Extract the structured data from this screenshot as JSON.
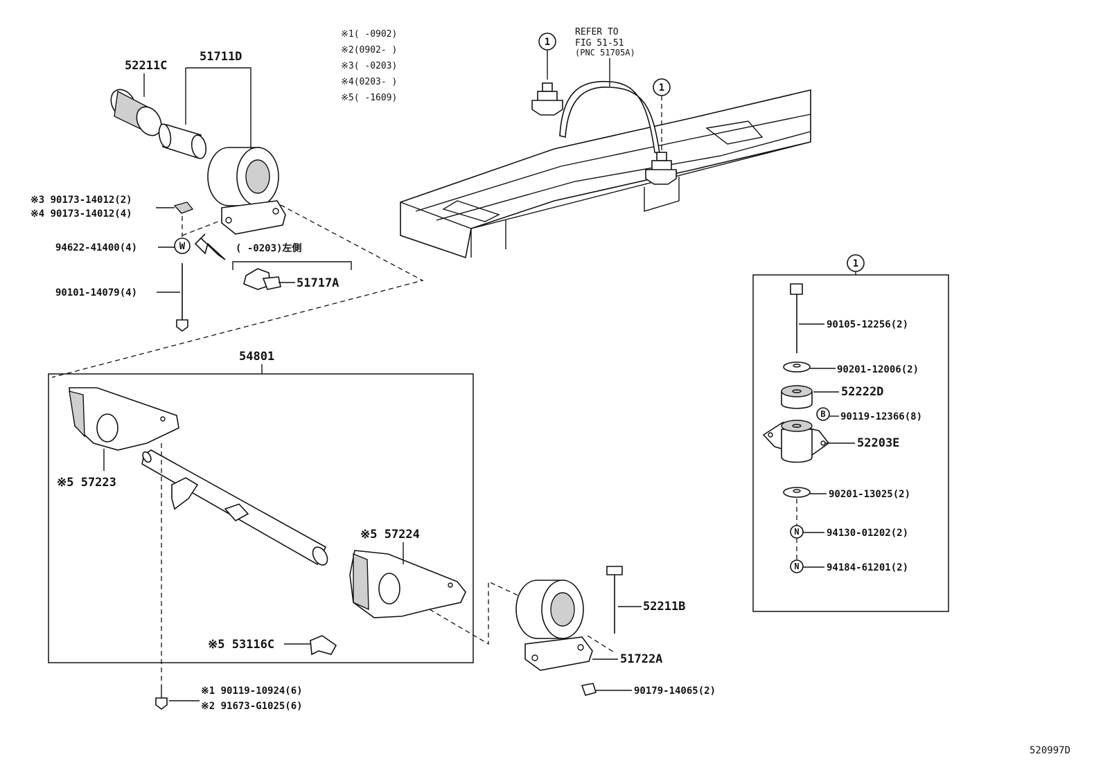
{
  "notes": {
    "n1": "※1(     -0902)",
    "n2": "※2(0902-     )",
    "n3": "※3(     -0203)",
    "n4": "※4(0203-     )",
    "n5": "※5(     -1609)"
  },
  "refer": {
    "line1": "REFER TO",
    "line2": "FIG 51-51",
    "line3": "(PNC 51705A)"
  },
  "callout_one": "1",
  "labels": {
    "p52211C": "52211C",
    "p51711D": "51711D",
    "p90173_3": "※3 90173-14012(2)",
    "p90173_4": "※4 90173-14012(4)",
    "p94622": "94622-41400(4)",
    "w_symbol": "W",
    "p0203_left": "(     -0203)左側",
    "p51717A": "51717A",
    "p90101": "90101-14079(4)",
    "p54801": "54801",
    "p57223": "※5 57223",
    "p57224": "※5 57224",
    "p53116C": "※5 53116C",
    "p90119_1": "※1 90119-10924(6)",
    "p91673_2": "※2 91673-G1025(6)",
    "p52211B": "52211B",
    "p51722A": "51722A",
    "p90179": "90179-14065(2)",
    "p90105": "90105-12256(2)",
    "p90201a": "90201-12006(2)",
    "p52222D": "52222D",
    "b_symbol": "B",
    "p90119b": "90119-12366(8)",
    "p52203E": "52203E",
    "p90201b": "90201-13025(2)",
    "n_symbol": "N",
    "p94130": "94130-01202(2)",
    "p94184": "94184-61201(2)"
  },
  "figure_id": "520997D"
}
